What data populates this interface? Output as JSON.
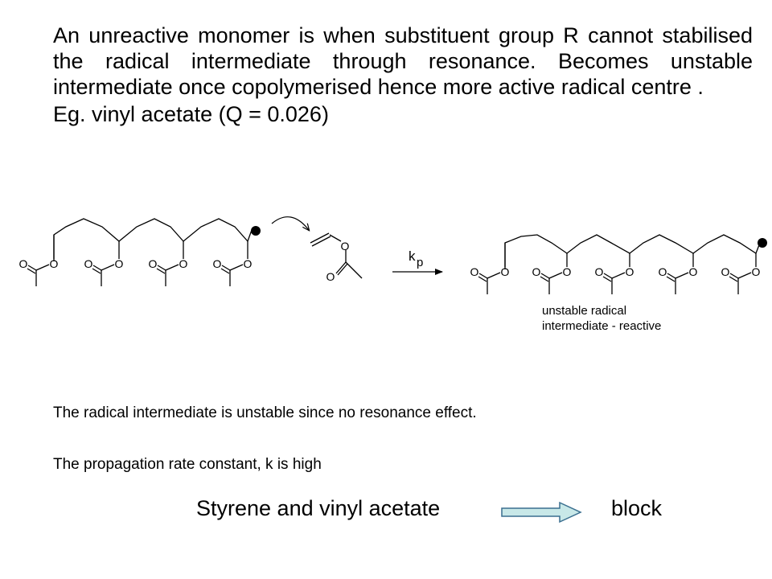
{
  "intro": {
    "paragraph": "An unreactive monomer is when substituent group R cannot stabilised the radical intermediate through resonance. Becomes unstable intermediate once copolymerised hence more active radical centre .",
    "example": "Eg. vinyl acetate (Q = 0.026)"
  },
  "scheme": {
    "atom_o": "O",
    "rate_constant": "k",
    "rate_subscript": "p",
    "product_note": "unstable radical\nintermediate - reactive"
  },
  "statements": {
    "line1": "The radical intermediate is unstable since no resonance effect.",
    "line2": "The propagation rate constant, k is high"
  },
  "conclusion": {
    "left": "Styrene and vinyl acetate",
    "right": "block",
    "arrow_fill": "#c8e8e8",
    "arrow_stroke": "#3a6f8f"
  }
}
